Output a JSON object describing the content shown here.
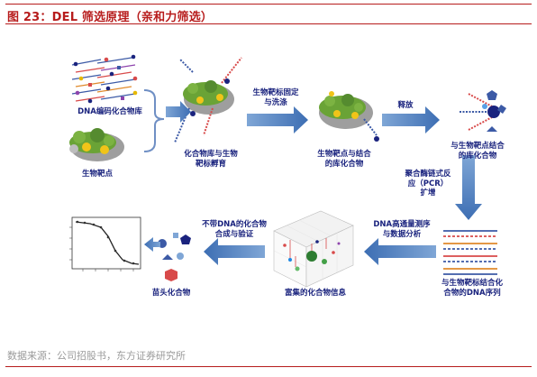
{
  "figure": {
    "title": "图 23：DEL 筛选原理（亲和力筛选）",
    "source": "数据来源：公司招股书，东方证券研究所"
  },
  "labels": {
    "dna_library": "DNA编码化合物库",
    "bio_target": "生物靶点",
    "library_target_incubation_1": "化合物库与生物",
    "library_target_incubation_2": "靶标孵育",
    "bio_target_fix_1": "生物靶标固定",
    "bio_target_fix_2": "与洗涤",
    "target_bound_library_1": "生物靶点与结合",
    "target_bound_library_2": "的库化合物",
    "release": "释放",
    "bound_library_compounds_1": "与生物靶点结合",
    "bound_library_compounds_2": "的库化合物",
    "pcr_1": "聚合酶链式反",
    "pcr_2": "应（PCR）",
    "pcr_3": "扩增",
    "sequencing_1": "DNA高通量测序",
    "sequencing_2": "与数据分析",
    "dna_sequences_1": "与生物靶标结合化",
    "dna_sequences_2": "合物的DNA序列",
    "enriched_info": "富集的化合物信息",
    "synthesis_1": "不带DNA的化合物",
    "synthesis_2": "合成与验证",
    "lead_compound": "苗头化合物"
  },
  "colors": {
    "title_red": "#b71c1c",
    "label_navy": "#1a237e",
    "arrow_blue": "#4f81bd",
    "protein_green": "#6aa336",
    "protein_grey": "#9e9e9e",
    "dna_blue": "#3c5aa6",
    "dna_red": "#d84a4a"
  }
}
